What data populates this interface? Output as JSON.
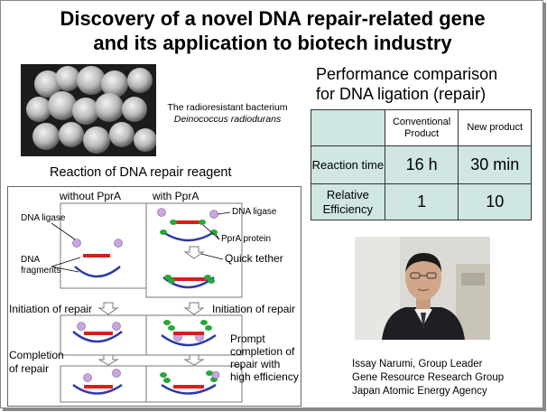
{
  "title": {
    "line1": "Discovery of a novel DNA repair-related gene",
    "line2": "and its application to biotech industry"
  },
  "bacterium_caption": {
    "line1": "The radioresistant bacterium",
    "line2": "Deinococcus radiodurans"
  },
  "performance": {
    "title_line1": "Performance comparison",
    "title_line2": "for DNA ligation (repair)",
    "headers": [
      "Conventional Product",
      "New product"
    ],
    "rows": [
      {
        "label": "Reaction time",
        "conventional": "16 h",
        "new": "30 min"
      },
      {
        "label": "Relative Efficiency",
        "conventional": "1",
        "new": "10"
      }
    ],
    "cell_color": "#cfe6e2"
  },
  "reaction": {
    "title": "Reaction of DNA repair reagent",
    "col_without": "without PprA",
    "col_with": "with PprA",
    "labels": {
      "dna_ligase_left": "DNA ligase",
      "dna_fragments_line1": "DNA",
      "dna_fragments_line2": "fragments",
      "dna_ligase_right": "DNA ligase",
      "ppra_protein": "PprA protein",
      "quick_tether": "Quick tether",
      "initiation_left": "Initiation of repair",
      "initiation_right": "Initiation of repair",
      "completion_line1": "Completion",
      "completion_line2": "of repair",
      "prompt_line1": "Prompt",
      "prompt_line2": "completion of",
      "prompt_line3": "repair with",
      "prompt_line4": "high efficiency"
    },
    "colors": {
      "ligase": "#c9a6e0",
      "fragment": "#d81e1e",
      "ring": "#2a3aa8",
      "ppra": "#28a83a"
    }
  },
  "credits": {
    "line1": "Issay Narumi, Group Leader",
    "line2": "Gene Resource Research Group",
    "line3": "Japan Atomic Energy Agency"
  }
}
